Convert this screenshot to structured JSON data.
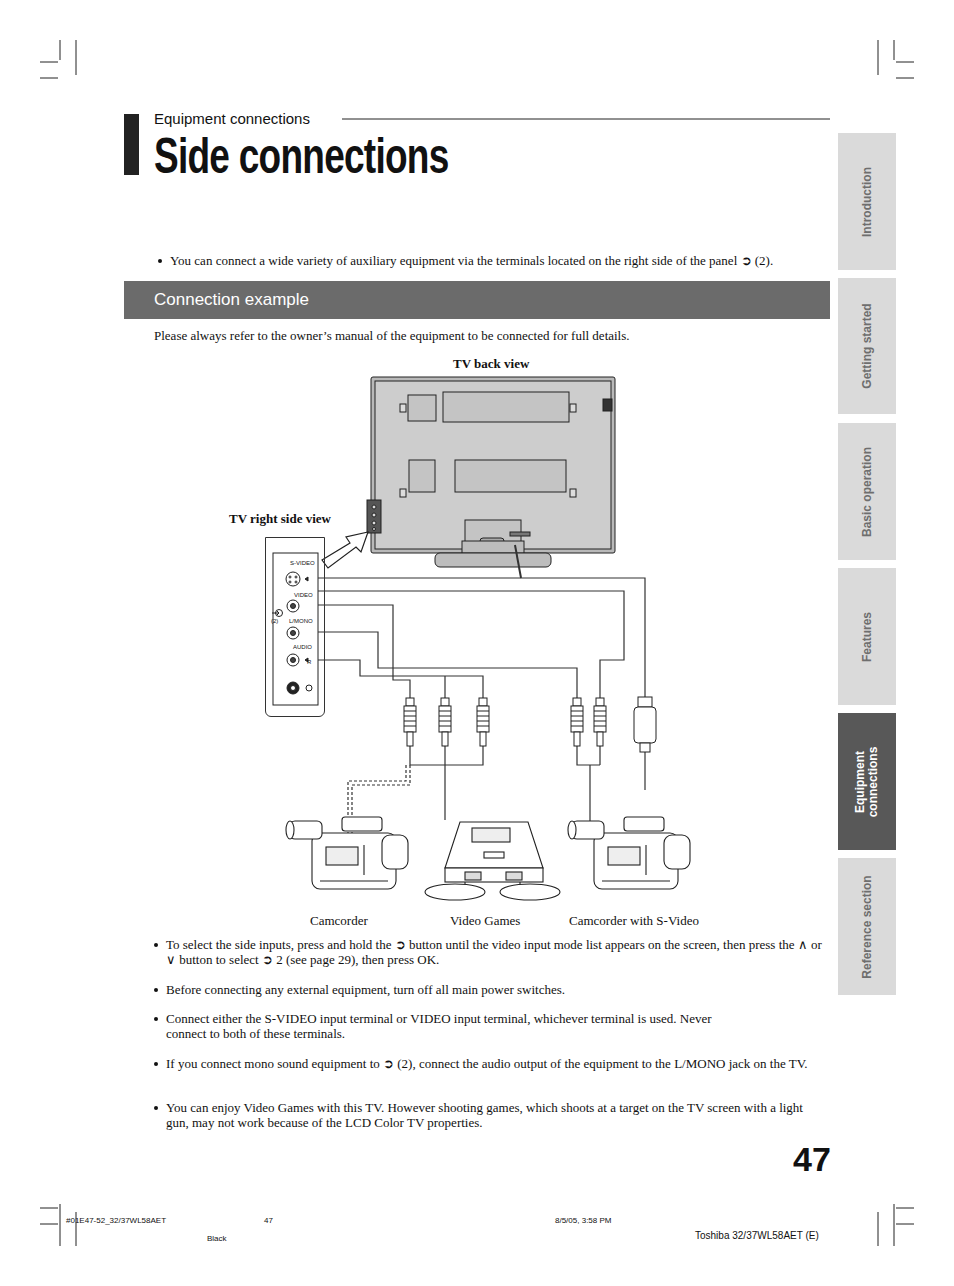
{
  "diagram": {
    "title": "Side connections",
    "nodes": [
      {
        "text": [
          "Connection example"
        ]
      },
      {
        "text": [
          "S-VIDEO",
          "VIDEO",
          "(2)",
          "L/MONO",
          "AUDIO",
          "R"
        ]
      },
      {
        "text": [
          "Introduction"
        ]
      },
      {
        "text": [
          "Getting started"
        ]
      },
      {
        "text": [
          "Basic operation"
        ]
      },
      {
        "text": [
          "Features"
        ]
      },
      {
        "text": [
          "Equipment connections"
        ]
      },
      {
        "text": [
          "Reference section"
        ]
      }
    ],
    "labels": [
      "Equipment connections",
      "You can connect a wide variety of auxiliary equipment via the terminals located on the right side of the panel ➲ (2).",
      "Please always refer to the owner’s manual of the equipment to be connected for full details.",
      "TV back view",
      "TV right side view",
      "Camcorder",
      "Video Games",
      "Camcorder with S-Video",
      "To select the side inputs, press and hold the ➲ button until the video input mode list appears on the screen, then press the ∧ or ∨ button to select ➲ 2 (see page 29), then press OK.",
      "Before connecting any external equipment, turn off all main power switches.",
      "Connect either the S-VIDEO input terminal or VIDEO input terminal, whichever terminal is used. Never connect to both of these terminals.",
      "If you connect mono sound equipment to ➲ (2), connect the audio output of the equipment to the L/MONO jack on the TV.",
      "You can enjoy Video Games with this TV. However shooting games, which shoots at a target on the TV screen with a light gun, may not work because of the LCD Color TV properties.",
      "47",
      "#01E47-52_32/37WL58AET",
      "47",
      "8/5/05, 3:58 PM",
      "Black",
      "Toshiba 32/37WL58AET (E)"
    ]
  }
}
